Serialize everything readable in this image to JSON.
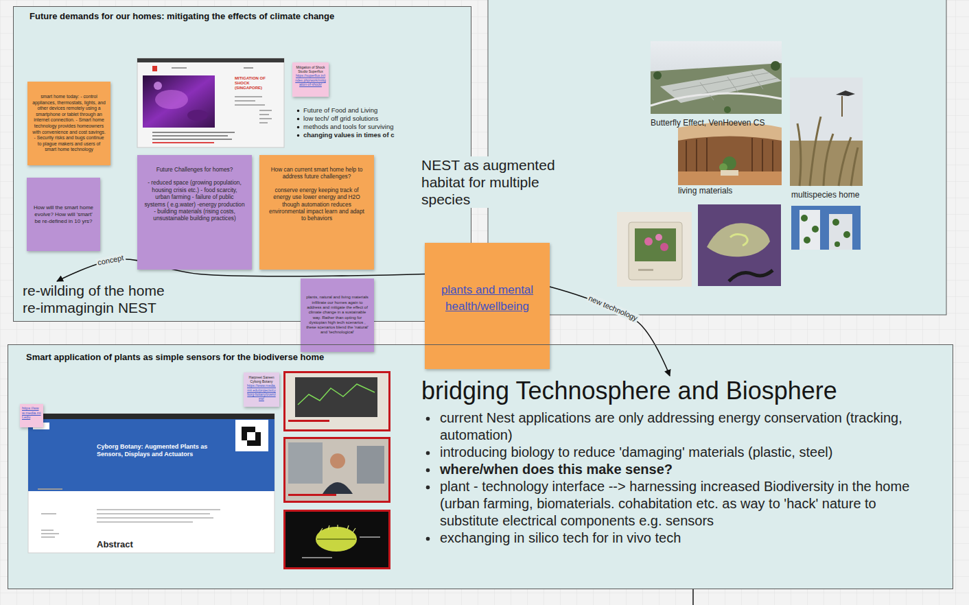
{
  "diagram": {
    "nodes": [
      {
        "text": [
          "Future demands for our homes: mitigating the effects of climate change"
        ]
      },
      {
        "text": [
          "smart home today: - control appliances, thermostats, lights, and other devices remotely using a smartphone or tablet through an internet connection. - Smart home technology provides homeowners with convenience and cost savings. - Security risks and bugs continue to plague makers and users of smart home technology"
        ],
        "in": 0
      },
      {
        "text": [
          "Mitigation of Shock Studio Superflux",
          "https://superflux.in/index.php/work/mitigation-of-shock/"
        ],
        "in": 0
      },
      {
        "text": [
          "How will the smart home evolve? How will 'smart' be re-defined in 10 yrs?"
        ],
        "in": 0
      },
      {
        "text": [
          "Future Challenges for homes?",
          "- reduced space (growing population, housing crisis etc.) - food scarcity, urban farming - failure of public systems ( e.g.water) -energy production - building materials (rising costs, unsustainable building practices)"
        ],
        "in": 0
      },
      {
        "text": [
          "How can current smart home help to address future challenges?",
          "conserve energy keeping track of energy use lower energy and H2O though automation reduces environmental impact learn and adapt to behaviors"
        ],
        "in": 0
      },
      {
        "text": [
          "re-wilding of the home re-immagingin NEST"
        ],
        "in": 0
      },
      {
        "text": [
          "plants and mental health/wellbeing"
        ]
      },
      {
        "text": [
          "plants, natural and living materials infiltrate our homes again to address and mitigate the effect of climate change in a sustainable way. Rather than opting for dystopian high tech scenarios , these scenarios blend the 'natural' and 'technological'"
        ]
      },
      {
        "text": [
          "Smart application of plants as simple sensors for the biodiverse home"
        ]
      },
      {
        "text": [
          "https://www.media.mit.edu"
        ],
        "in": 9
      },
      {
        "text": [
          "Harpreet Sareen Cyborg Botany",
          "https://www.media.mit.edu/projects/cyborg-botany/overview/"
        ],
        "in": 9
      },
      {
        "text": [
          "bridging Technosphere and Biosphere",
          "current Nest applications are only addressing energy conservation (tracking, automation)",
          "introducing biology to reduce 'damaging' materials (plastic, steel)",
          "where/when does this make sense?",
          "plant - technology interface --> harnessing increased Biodiversity in the home (urban farming, biomaterials. cohabitation etc. as way to 'hack' nature to substitute electrical components e.g. sensors",
          "exchanging in silico tech for in vivo tech"
        ],
        "in": 9
      }
    ],
    "edges": [
      {
        "from": 7,
        "to": 6,
        "label": "concept",
        "arrow": "to"
      },
      {
        "from": 7,
        "to": 12,
        "label": "new technology",
        "arrow": "to"
      }
    ],
    "labels": [
      "Future of Food and Living",
      "low tech/ off grid solutions",
      "methods and tools for surviving",
      "changing values in times of c",
      "MITIGATION OF SHOCK (SINGAPORE)",
      "NEST as augmented habitat for multiple species",
      "Butterfly Effect, VenHoeven CS",
      "living materials",
      "multispecies home",
      "Cyborg Botany: Augmented Plants as Sensors, Displays and Actuators",
      "Abstract"
    ]
  }
}
